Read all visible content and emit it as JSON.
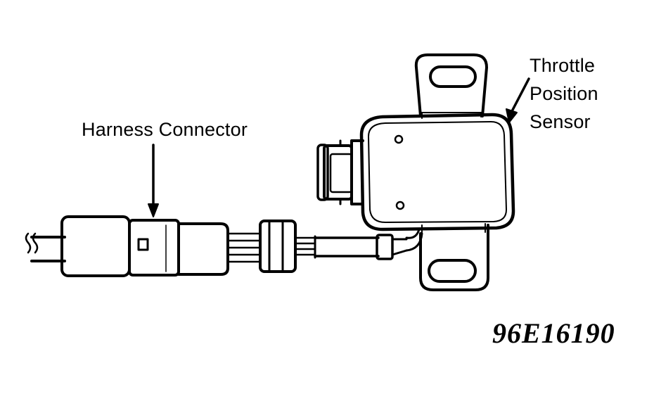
{
  "labels": {
    "harness_connector": "Harness Connector",
    "tps_line1": "Throttle",
    "tps_line2": "Position",
    "tps_line3": "Sensor"
  },
  "figure_number": "96E16190",
  "colors": {
    "ink": "#000000",
    "paper": "#ffffff"
  }
}
